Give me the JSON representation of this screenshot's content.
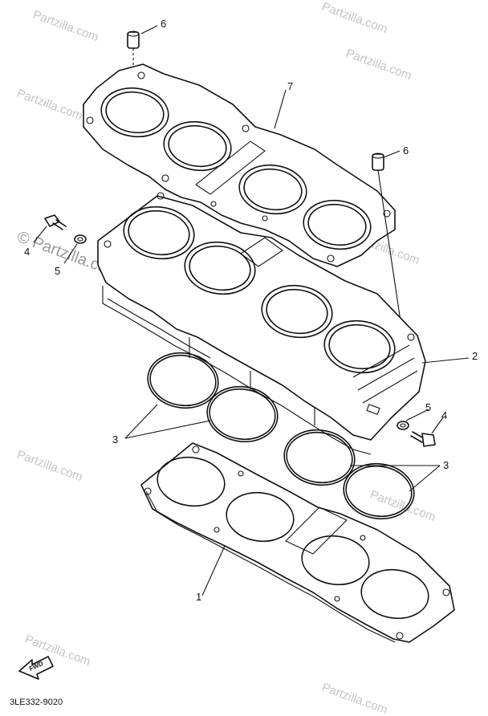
{
  "watermark": {
    "brand": "Partzilla.com",
    "big": "© Partzilla.com"
  },
  "part_code": "3LE332-9020",
  "fwd_label": "FWD",
  "callouts": {
    "c1": "1",
    "c2": "2",
    "c3a": "3",
    "c3b": "3",
    "c4a": "4",
    "c4b": "4",
    "c5a": "5",
    "c5b": "5",
    "c6a": "6",
    "c6b": "6",
    "c7": "7"
  },
  "colors": {
    "line": "#111111",
    "watermark": "#c4c4c4"
  }
}
